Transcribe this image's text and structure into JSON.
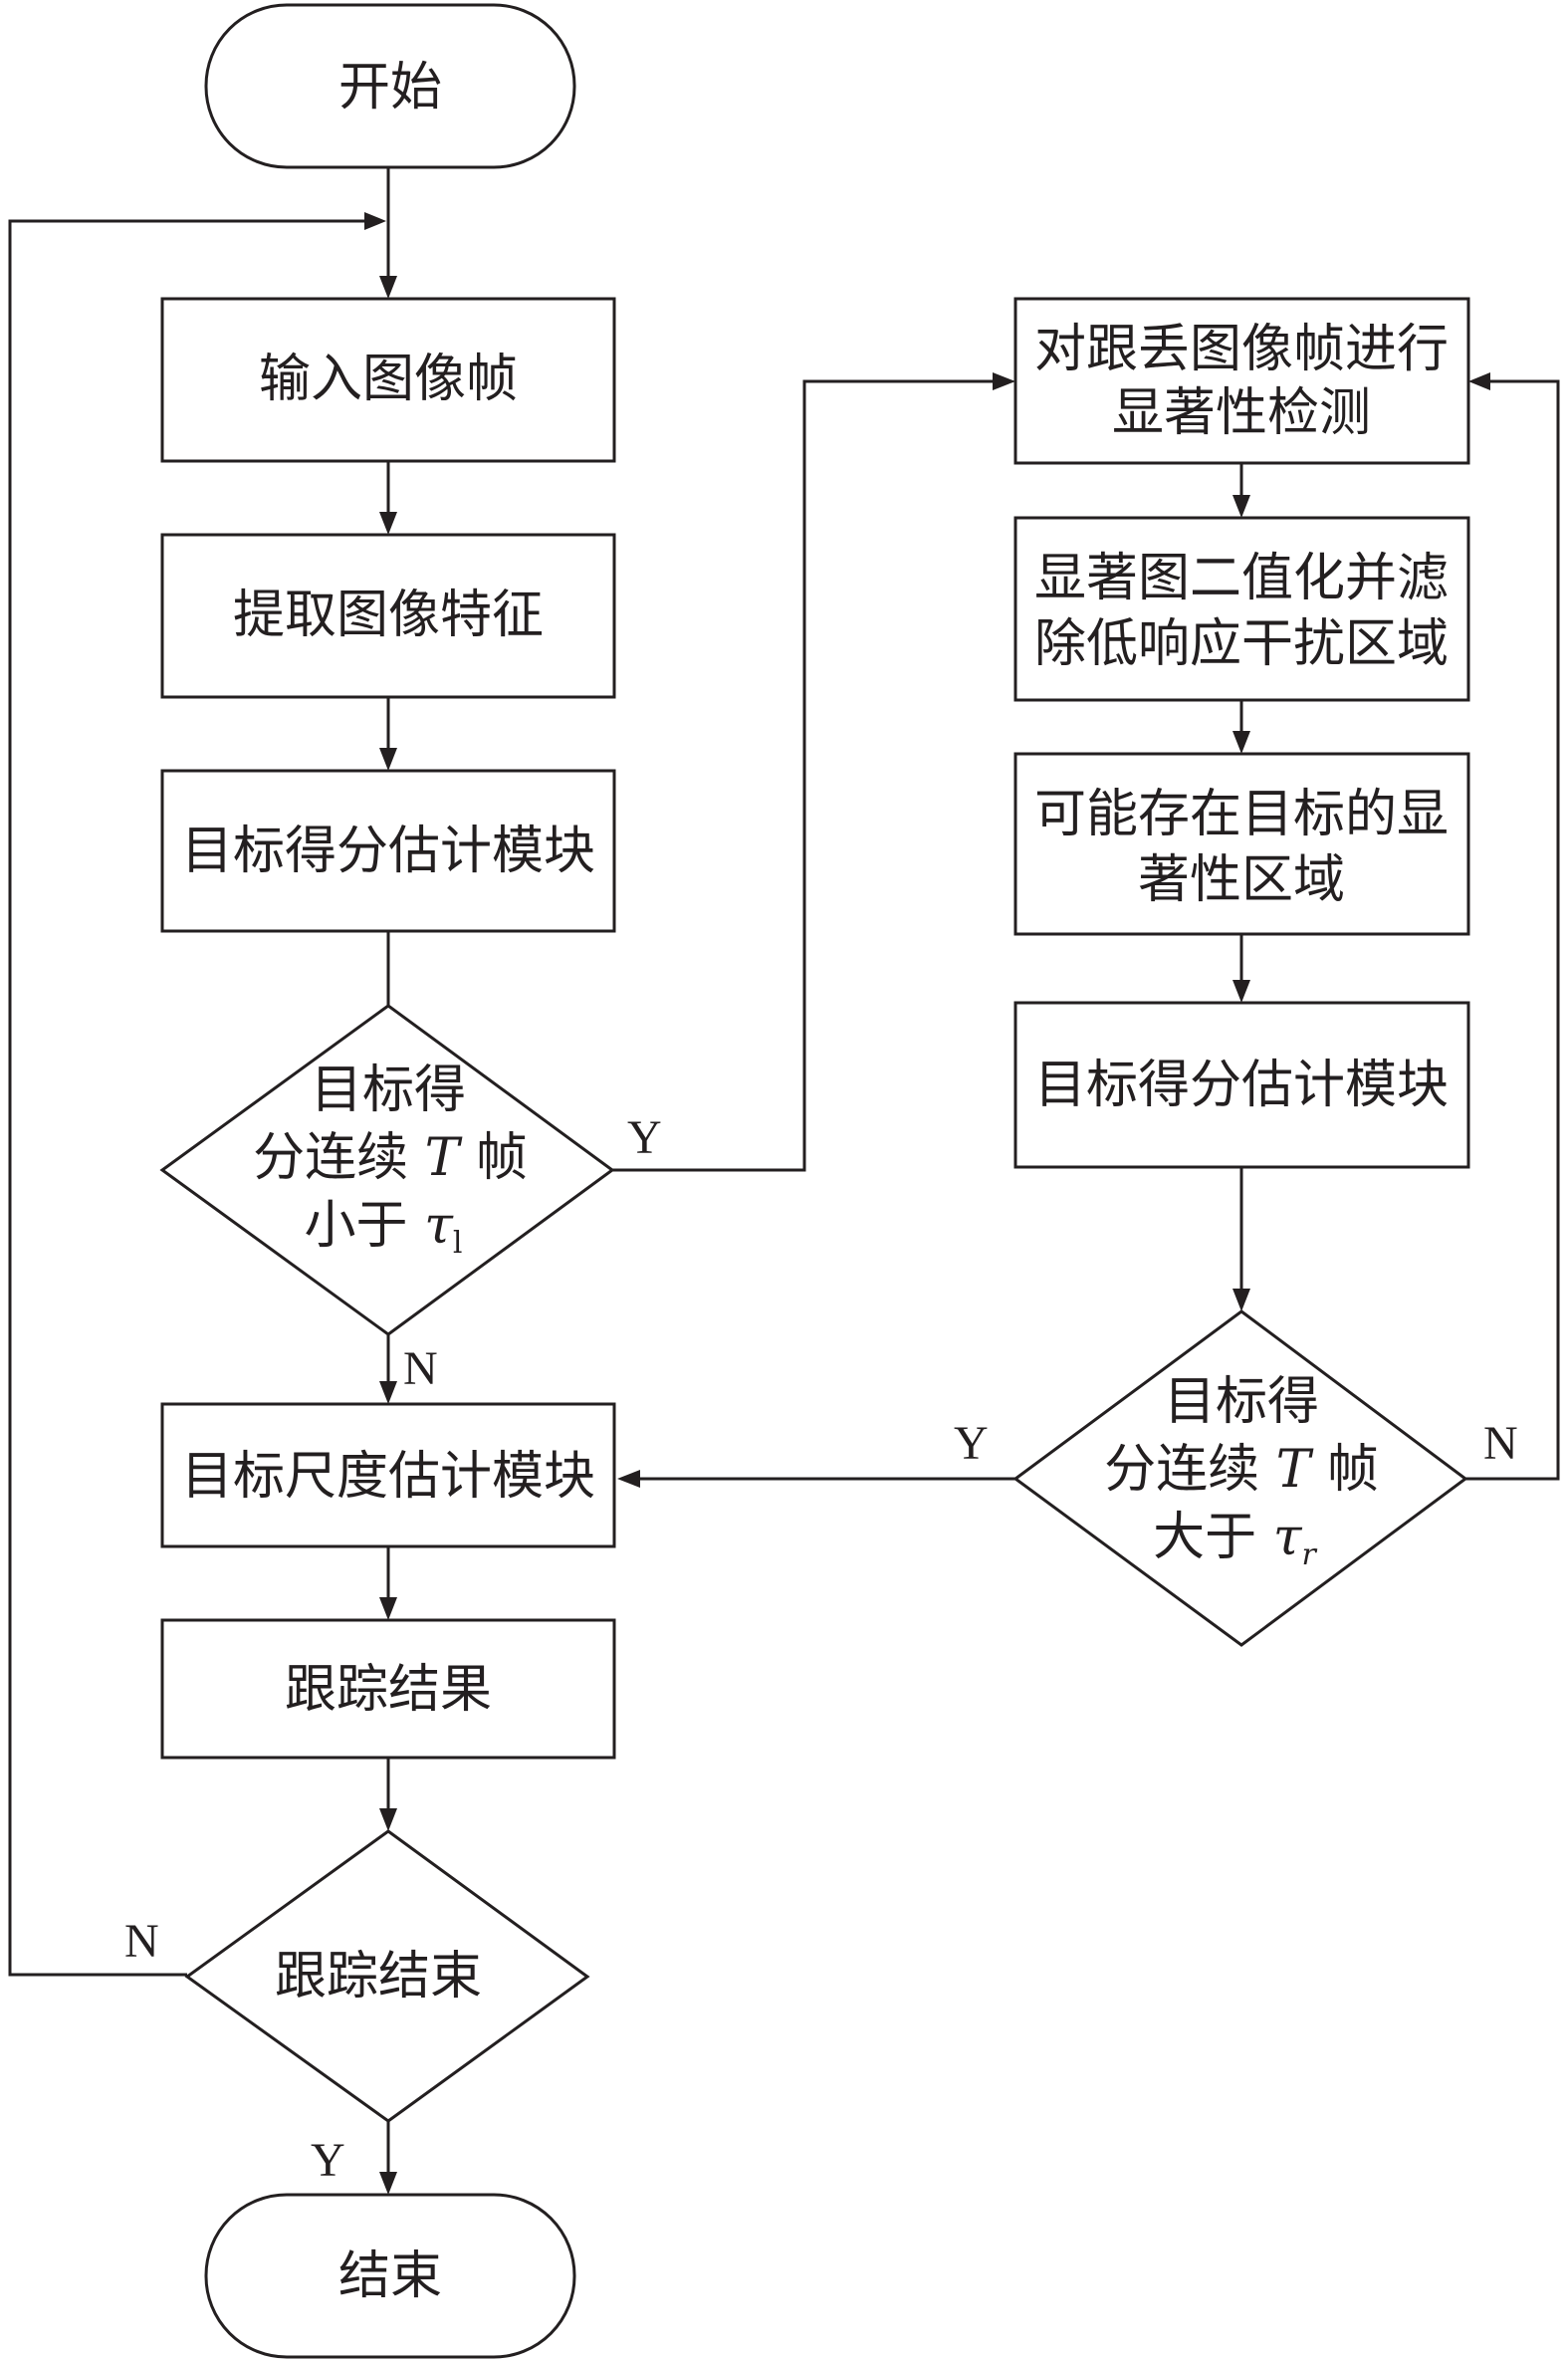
{
  "nodes": {
    "start": "开始",
    "input_frame": "输入图像帧",
    "extract_features": "提取图像特征",
    "score_module_left": "目标得分估计模块",
    "decision_low": {
      "line1": "目标得",
      "line2_a": "分连续 ",
      "line2_var": "T",
      "line2_b": " 帧",
      "line3_a": "小于 ",
      "line3_var": "τ",
      "line3_sub": "l"
    },
    "scale_module": "目标尺度估计模块",
    "tracking_result": "跟踪结果",
    "tracking_end_decision": "跟踪结束",
    "end": "结束",
    "saliency_detect": {
      "line1": "对跟丢图像帧进行",
      "line2": "显著性检测"
    },
    "binarize_filter": {
      "line1": "显著图二值化并滤",
      "line2": "除低响应干扰区域"
    },
    "candidate_regions": {
      "line1": "可能存在目标的显",
      "line2": "著性区域"
    },
    "score_module_right": "目标得分估计模块",
    "decision_high": {
      "line1": "目标得",
      "line2_a": "分连续 ",
      "line2_var": "T",
      "line2_b": " 帧",
      "line3_a": "大于 ",
      "line3_var": "τ",
      "line3_sub": "r"
    }
  },
  "edge_labels": {
    "low_yes": "Y",
    "low_no": "N",
    "high_yes": "Y",
    "high_no": "N",
    "end_no": "N",
    "end_yes": "Y"
  },
  "colors": {
    "stroke": "#231f20",
    "background": "#ffffff"
  }
}
